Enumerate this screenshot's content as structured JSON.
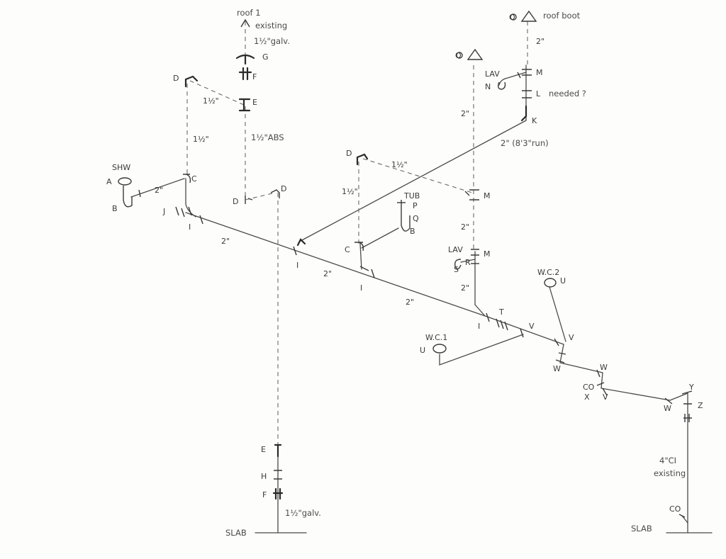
{
  "notes": {
    "roof1": "roof 1",
    "existing_top": "existing",
    "galv_top": "1½\"galv.",
    "abs": "1½\"ABS",
    "roof_boot": "roof boot",
    "needed": "needed ?",
    "run": "2\" (8'3\"run)",
    "galv_bottom": "1½\"galv.",
    "ci": "4\"CI",
    "existing_bottom": "existing",
    "slab_left": "SLAB",
    "slab_right": "SLAB"
  },
  "fixtures": {
    "shw": "SHW",
    "tub": "TUB",
    "lav_upper": "LAV",
    "lav_lower": "LAV",
    "wc1": "W.C.1",
    "wc2": "W.C.2",
    "co_mid": "CO",
    "co_bottom": "CO"
  },
  "sizes": {
    "s_vent_left_diag": "1½\"",
    "s_vent_left_vert": "1½\"",
    "s_shw_arm": "2\"",
    "s_main_1": "2\"",
    "s_main_2": "2\"",
    "s_main_3": "2\"",
    "s_tub_vent_diag": "1½\"",
    "s_tub_vent_vert": "1½\"",
    "s_right_stack_top": "2\"",
    "s_right_stack_mid": "2\"",
    "s_right_stack_low": "2\"",
    "s_right_stack_bot": "2\""
  },
  "letters": {
    "A": "A",
    "B1": "B",
    "B2": "B",
    "C1": "C",
    "C2": "C",
    "D1": "D",
    "D2": "D",
    "D3": "D",
    "D4": "D",
    "E1": "E",
    "E2": "E",
    "F1": "F",
    "F2": "F",
    "G": "G",
    "H": "H",
    "I1": "I",
    "I2": "I",
    "I3": "I",
    "I4": "I",
    "J": "J",
    "K": "K",
    "L": "L",
    "M1": "M",
    "M2": "M",
    "M3": "M",
    "N": "N",
    "P": "P",
    "Q": "Q",
    "R": "R",
    "S": "S",
    "T": "T",
    "U1": "U",
    "U2": "U",
    "V1": "V",
    "V2": "V",
    "V3": "V",
    "W1": "W",
    "W2": "W",
    "W3": "W",
    "X": "X",
    "Y": "Y",
    "Z": "Z",
    "O1": "O",
    "O2": "O"
  }
}
